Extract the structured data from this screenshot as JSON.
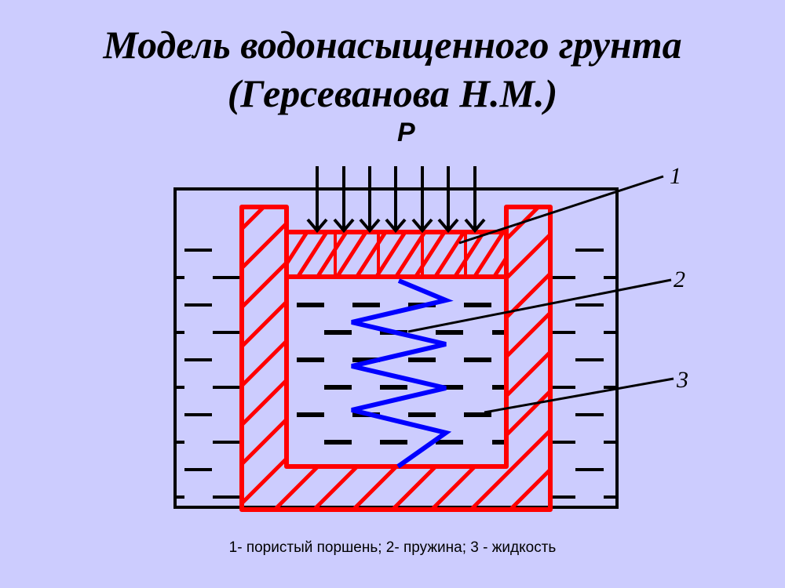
{
  "title_line1": "Модель водонасыщенного грунта",
  "title_line2": "(Герсеванова Н.М.)",
  "load_label": "P",
  "labels": [
    "1",
    "2",
    "3"
  ],
  "caption": "1- пористый поршень; 2- пружина; 3 - жидкость",
  "colors": {
    "background": "#ccccfe",
    "vessel": "#ff0000",
    "spring": "#0000ff",
    "lines": "#000000"
  }
}
